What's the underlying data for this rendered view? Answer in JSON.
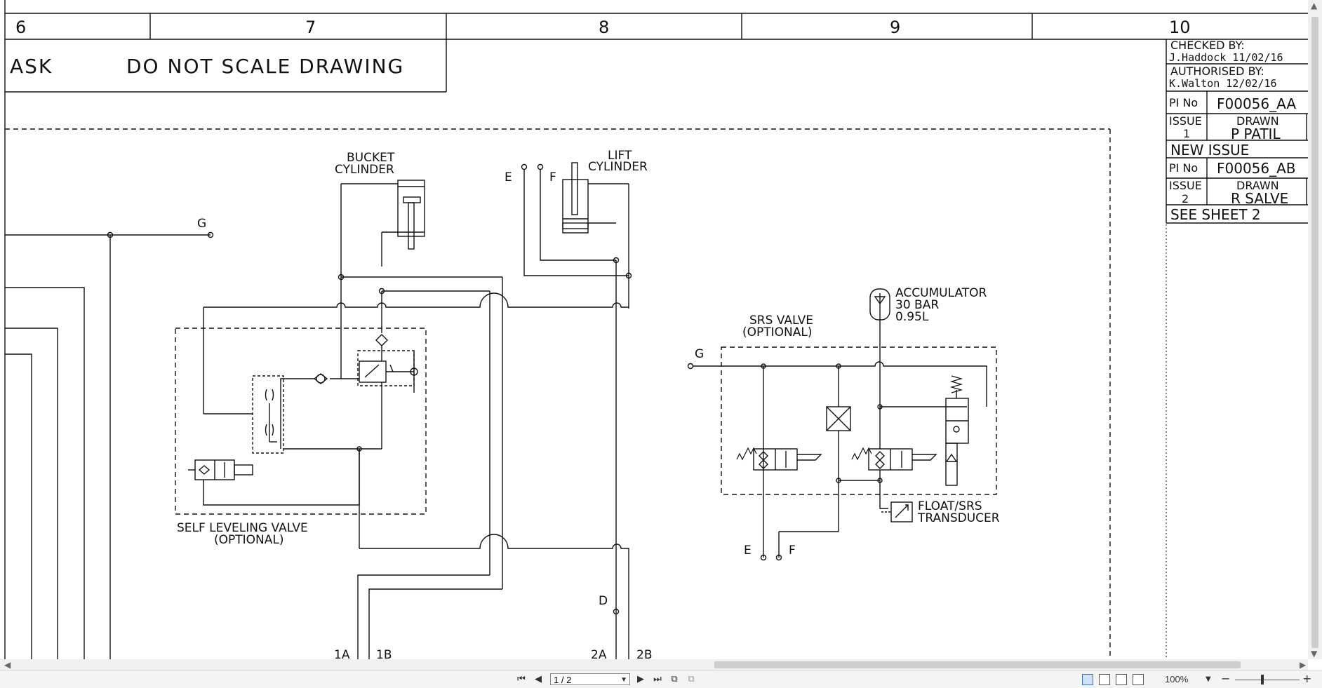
{
  "drawing": {
    "columns": [
      "6",
      "7",
      "8",
      "9",
      "10"
    ],
    "header_ask": "ASK",
    "header_note": "DO NOT SCALE DRAWING",
    "labels": {
      "bucket_cylinder_1": "BUCKET",
      "bucket_cylinder_2": "CYLINDER",
      "lift_cylinder_1": "LIFT",
      "lift_cylinder_2": "CYLINDER",
      "self_leveling_1": "SELF LEVELING VALVE",
      "self_leveling_2": "(OPTIONAL)",
      "srs_valve_1": "SRS VALVE",
      "srs_valve_2": "(OPTIONAL)",
      "accumulator_1": "ACCUMULATOR",
      "accumulator_2": "30 BAR",
      "accumulator_3": "0.95L",
      "float_1": "FLOAT/SRS",
      "float_2": "TRANSDUCER",
      "port_g_left": "G",
      "port_e_top": "E",
      "port_f_top": "F",
      "port_g_right": "G",
      "port_e_bottom": "E",
      "port_f_bottom": "F",
      "port_d": "D",
      "port_1a": "1A",
      "port_1b": "1B",
      "port_2a": "2A",
      "port_2b": "2B"
    },
    "title_block": {
      "checked_by_label": "CHECKED BY:",
      "checked_by": "J.Haddock 11/02/16",
      "authorised_by_label": "AUTHORISED BY:",
      "authorised_by": "K.Walton 12/02/16",
      "pi_no_label_1": "PI No",
      "pi_no_1": "F00056_AA",
      "issue_label_1": "ISSUE",
      "issue_1": "1",
      "drawn_label_1": "DRAWN",
      "drawn_1": "P PATIL",
      "note_1": "NEW ISSUE",
      "pi_no_label_2": "PI No",
      "pi_no_2": "F00056_AB",
      "issue_label_2": "ISSUE",
      "issue_2": "2",
      "drawn_label_2": "DRAWN",
      "drawn_2": "R SALVE",
      "note_2": "SEE SHEET 2"
    }
  },
  "viewer": {
    "page_indicator": "1 / 2",
    "zoom": "100%",
    "icons": [
      "first-page-icon",
      "prev-page-icon",
      "next-page-icon",
      "last-page-icon",
      "copy-icon",
      "rotate-icon"
    ]
  }
}
